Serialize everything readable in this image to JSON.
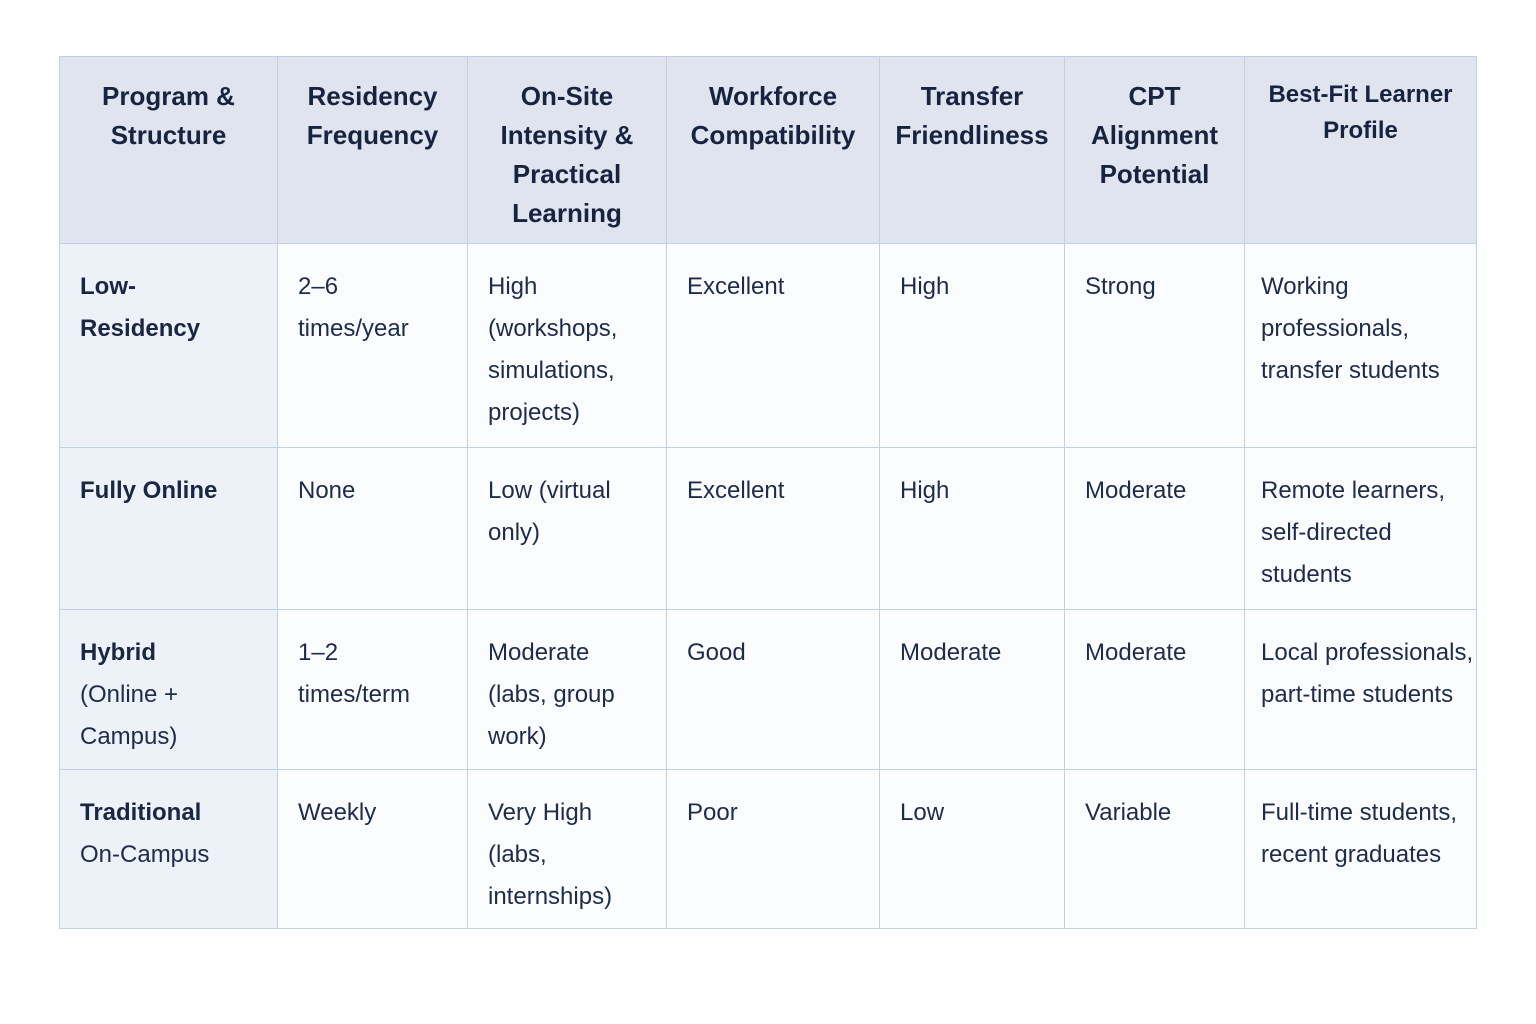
{
  "colors": {
    "page_bg": "#ffffff",
    "header_bg": "#dfe4ef",
    "row_label_bg": "#edf1f8",
    "cell_bg": "#fbfcfe",
    "border": "#c3cfe2",
    "text": "#1e2b49"
  },
  "table": {
    "headers": [
      "Program & Structure",
      "Residency Frequency",
      "On-Site Intensity & Practical Learning",
      "Workforce Compatibility",
      "Transfer Friendliness",
      "CPT Alignment Potential",
      "Best-Fit Learner Profile"
    ],
    "rows": [
      {
        "program_bold": "Low-Residency",
        "program_rest": "",
        "residency_frequency": "2–6 times/year",
        "onsite_intensity": "High (workshops, simulations, projects)",
        "workforce_compatibility": "Excellent",
        "transfer_friendliness": "High",
        "cpt_alignment": "Strong",
        "best_fit_profile": "Working professionals, transfer students"
      },
      {
        "program_bold": "Fully Online",
        "program_rest": "",
        "residency_frequency": "None",
        "onsite_intensity": "Low (virtual only)",
        "workforce_compatibility": "Excellent",
        "transfer_friendliness": "High",
        "cpt_alignment": "Moderate",
        "best_fit_profile": "Remote learners, self-directed students"
      },
      {
        "program_bold": "Hybrid",
        "program_rest": "(Online + Campus)",
        "residency_frequency": "1–2 times/term",
        "onsite_intensity": "Moderate (labs, group work)",
        "workforce_compatibility": "Good",
        "transfer_friendliness": "Moderate",
        "cpt_alignment": "Moderate",
        "best_fit_profile": "Local professionals, part-time students"
      },
      {
        "program_bold": "Traditional",
        "program_rest": "On-Campus",
        "residency_frequency": "Weekly",
        "onsite_intensity": "Very High (labs, internships)",
        "workforce_compatibility": "Poor",
        "transfer_friendliness": "Low",
        "cpt_alignment": "Variable",
        "best_fit_profile": "Full-time students, recent graduates"
      }
    ]
  },
  "chart_data": {
    "type": "table",
    "columns": [
      "Program & Structure",
      "Residency Frequency",
      "On-Site Intensity & Practical Learning",
      "Workforce Compatibility",
      "Transfer Friendliness",
      "CPT Alignment Potential",
      "Best-Fit Learner Profile"
    ],
    "rows": [
      [
        "Low-Residency",
        "2–6 times/year",
        "High (workshops, simulations, projects)",
        "Excellent",
        "High",
        "Strong",
        "Working professionals, transfer students"
      ],
      [
        "Fully Online",
        "None",
        "Low (virtual only)",
        "Excellent",
        "High",
        "Moderate",
        "Remote learners, self-directed students"
      ],
      [
        "Hybrid (Online + Campus)",
        "1–2 times/term",
        "Moderate (labs, group work)",
        "Good",
        "Moderate",
        "Moderate",
        "Local professionals, part-time students"
      ],
      [
        "Traditional On-Campus",
        "Weekly",
        "Very High (labs, internships)",
        "Poor",
        "Low",
        "Variable",
        "Full-time students, recent graduates"
      ]
    ]
  }
}
